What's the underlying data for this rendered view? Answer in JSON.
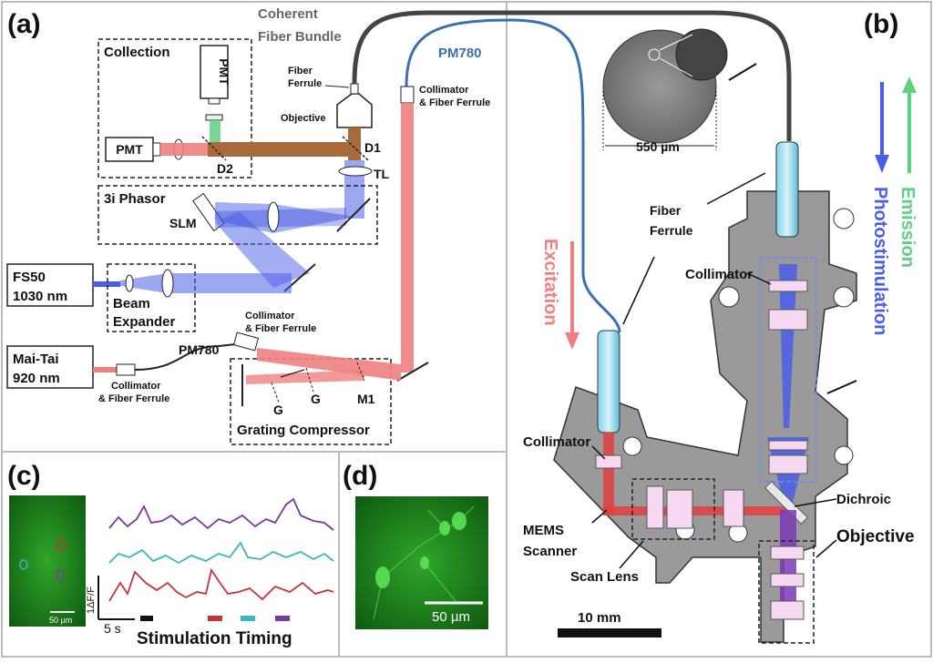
{
  "panels": {
    "a": "(a)",
    "b": "(b)",
    "c": "(c)",
    "d": "(d)"
  },
  "panel_a": {
    "collection_title": "Collection",
    "pmt_top": "PMT",
    "pmt_left": "PMT",
    "d2": "D2",
    "d1": "D1",
    "tl": "TL",
    "objective": "Objective",
    "fiber_ferrule": [
      "Fiber",
      "Ferrule"
    ],
    "coherent_bundle": [
      "Coherent",
      "Fiber Bundle"
    ],
    "pm780_top": "PM780",
    "collimator_ferrule_top": [
      "Collimator",
      "& Fiber Ferrule"
    ],
    "phasor_title": "3i Phasor",
    "slm": "SLM",
    "fs50": [
      "FS50",
      "1030 nm"
    ],
    "beam_expander": [
      "Beam",
      "Expander"
    ],
    "collimator_ferrule_mid": [
      "Collimator",
      "& Fiber Ferrule"
    ],
    "maitai": [
      "Mai-Tai",
      "920 nm"
    ],
    "pm780_bottom": "PM780",
    "collimator_ferrule_bottom": [
      "Collimator",
      "& Fiber Ferrule"
    ],
    "g1": "G",
    "g2": "G",
    "m1": "M1",
    "grating_title": "Grating Compressor"
  },
  "panel_b": {
    "bundle_scale": "550 µm",
    "emission": "Emission",
    "photostimulation": "Photostimulation",
    "excitation": "Excitation",
    "fiber_ferrule": [
      "Fiber",
      "Ferrule"
    ],
    "collimator_top": "Collimator",
    "collimator_left": "Collimator",
    "dichroic": "Dichroic",
    "objective": "Objective",
    "mems": [
      "MEMS",
      "Scanner"
    ],
    "scan_lens": "Scan Lens",
    "scale_bar": "10 mm"
  },
  "panel_c": {
    "scale": "50 µm",
    "dff": "1ΔF/F",
    "time_scale": "5 s",
    "stim_timing": "Stimulation Timing",
    "trace_colors": [
      "#7a3a96",
      "#36b8c0",
      "#c8323a"
    ],
    "stim_colors": [
      "#111111",
      "#c8323a",
      "#36b8c0",
      "#7a3a96"
    ]
  },
  "panel_d": {
    "scale": "50 µm"
  },
  "colors": {
    "excitation": "#f08080",
    "photostim": "#4a5ee8",
    "emission": "#5fd080",
    "fiber_blue": "#3b6fb5",
    "body_gray": "#9a9a9a"
  }
}
